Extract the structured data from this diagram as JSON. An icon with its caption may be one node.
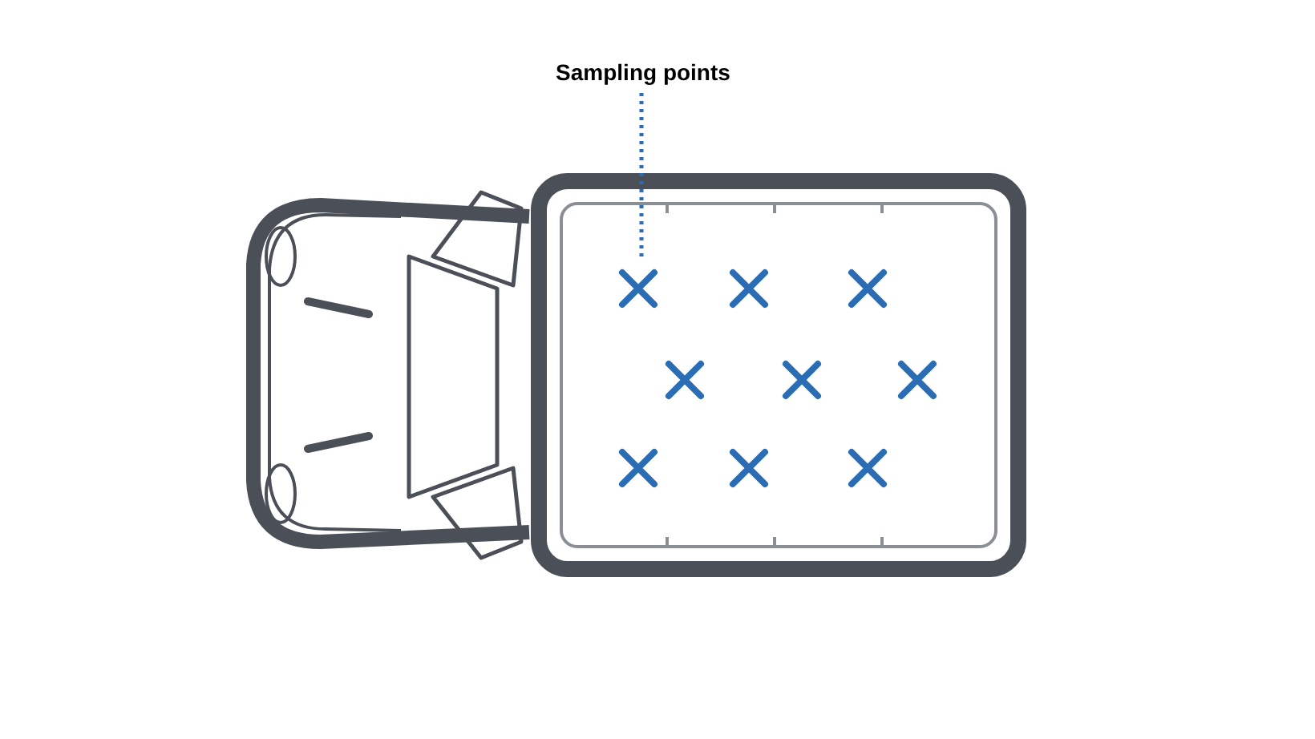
{
  "diagram": {
    "nodes": [
      {
        "text": [
          "Sampling points"
        ]
      },
      {
        "text": [],
        "shape": "cross"
      },
      {
        "text": [],
        "shape": "cross"
      },
      {
        "text": [],
        "shape": "cross"
      },
      {
        "text": [],
        "shape": "cross"
      },
      {
        "text": [],
        "shape": "cross"
      },
      {
        "text": [],
        "shape": "cross"
      },
      {
        "text": [],
        "shape": "cross"
      },
      {
        "text": [],
        "shape": "cross"
      },
      {
        "text": [],
        "shape": "cross"
      }
    ],
    "edges": [
      {
        "from": 0,
        "to": 1,
        "arrow": "none",
        "style": "dashed"
      }
    ]
  }
}
